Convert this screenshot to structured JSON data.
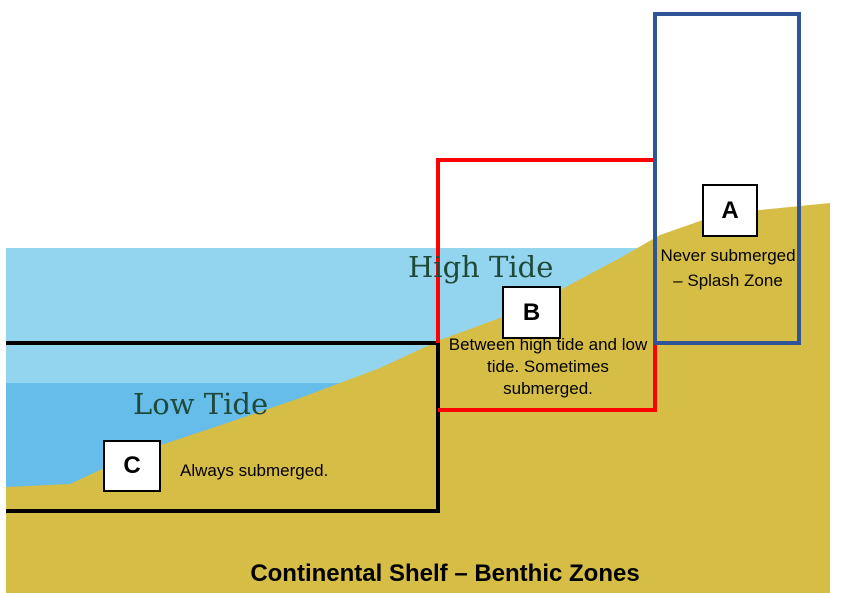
{
  "title": "Continental Shelf – Benthic Zones",
  "water_labels": {
    "high": "High Tide",
    "low": "Low Tide"
  },
  "zones": [
    {
      "letter": "A",
      "description": "Never submerged – Splash Zone",
      "color": "#2f5597"
    },
    {
      "letter": "B",
      "description": "Between high tide and low tide. Sometimes submerged.",
      "color": "#ff0000"
    },
    {
      "letter": "C",
      "description": "Always submerged.",
      "color": "#000000"
    }
  ],
  "colors": {
    "high_water": "#93d4ee",
    "low_water": "#66bdea",
    "sand": "#d6bd46"
  }
}
